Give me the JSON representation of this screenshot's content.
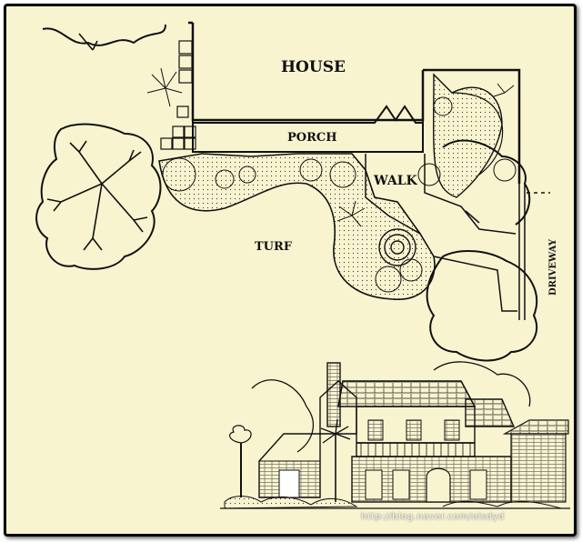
{
  "labels": {
    "house": "HOUSE",
    "porch": "PORCH",
    "walk": "WALK",
    "turf": "TURF",
    "driveway": "DRIVEWAY"
  },
  "watermark": "http://blog.naver.com/alsdyd",
  "colors": {
    "paper": "#f8f4d0",
    "ink": "#111111",
    "frame": "#000000"
  }
}
